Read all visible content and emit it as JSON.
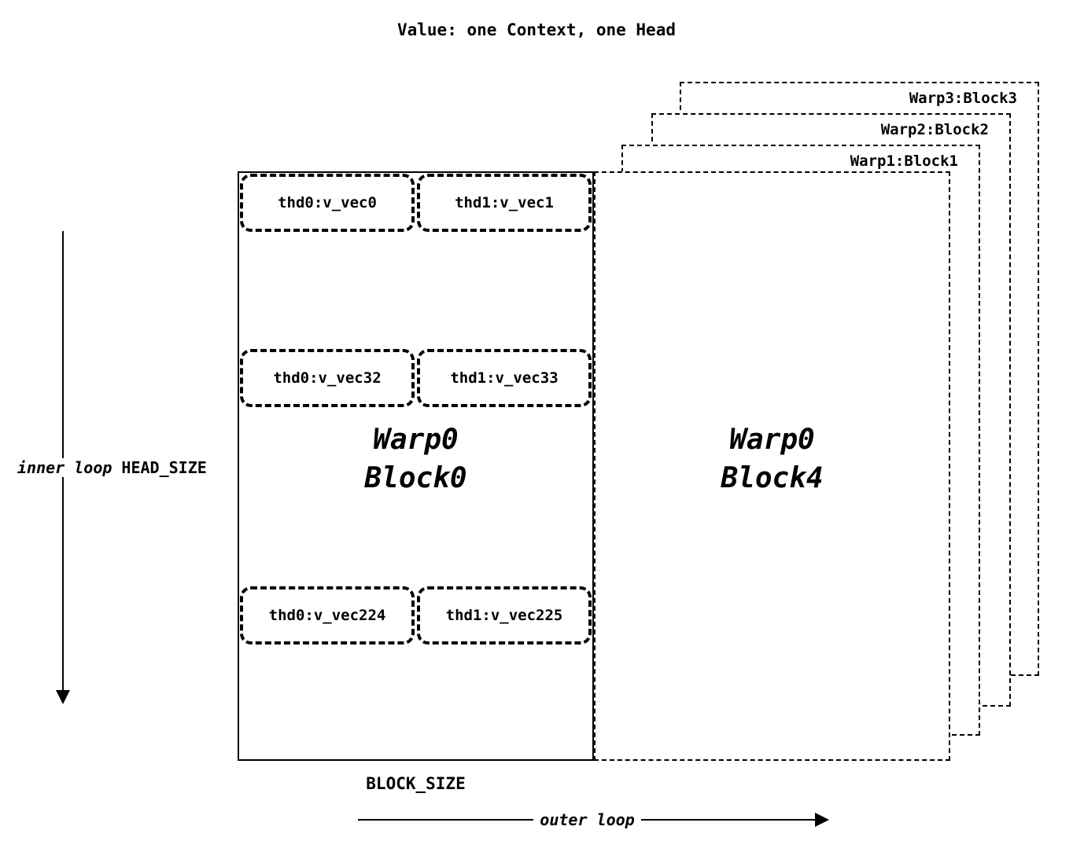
{
  "title": "Value: one Context, one Head",
  "stacked_blocks": [
    {
      "label": "Warp3:Block3"
    },
    {
      "label": "Warp2:Block2"
    },
    {
      "label": "Warp1:Block1"
    }
  ],
  "block0": {
    "warp": "Warp0",
    "block": "Block0",
    "rows": [
      {
        "left": "thd0:v_vec0",
        "right": "thd1:v_vec1"
      },
      {
        "left": "thd0:v_vec32",
        "right": "thd1:v_vec33"
      },
      {
        "left": "thd0:v_vec224",
        "right": "thd1:v_vec225"
      }
    ]
  },
  "block4": {
    "warp": "Warp0",
    "block": "Block4"
  },
  "labels": {
    "inner_loop": "inner loop",
    "head_size": "HEAD_SIZE",
    "block_size": "BLOCK_SIZE",
    "outer_loop": "outer loop"
  },
  "colors": {
    "line": "#000000",
    "background": "#ffffff"
  }
}
